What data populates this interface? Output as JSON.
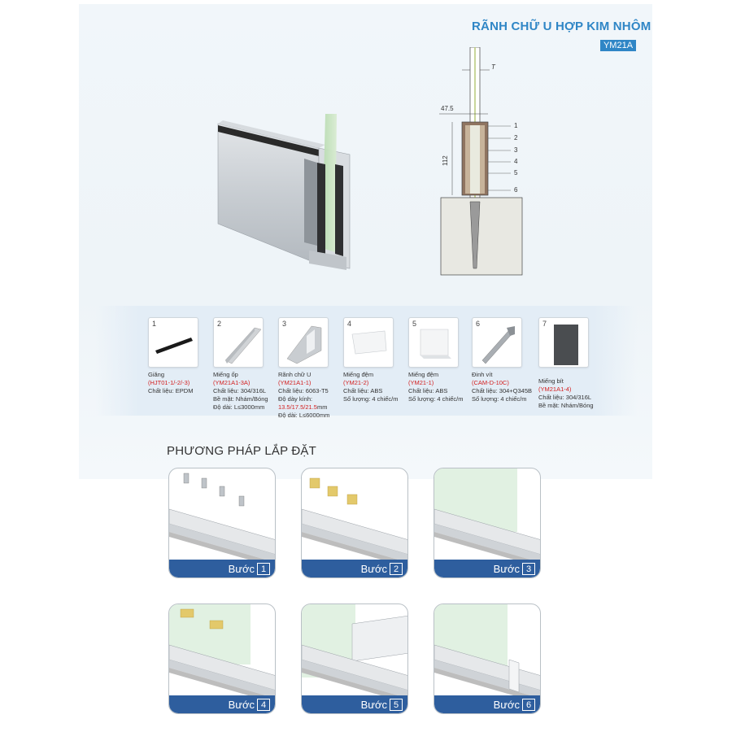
{
  "header": {
    "title": "RÃNH CHỮ U HỢP KIM NHÔM",
    "code": "YM21A"
  },
  "section_drawing": {
    "dim_T": "T",
    "dim_width": "47.5",
    "dim_height": "112",
    "callouts": [
      "1",
      "2",
      "3",
      "4",
      "5",
      "6"
    ]
  },
  "parts": [
    {
      "num": "1",
      "name": "Giăng",
      "code": "(HJT01-1/-2/-3)",
      "lines": [
        "Chất liệu: EPDM"
      ]
    },
    {
      "num": "2",
      "name": "Miếng ốp",
      "code": "(YM21A1-3A)",
      "lines": [
        "Chất liệu: 304/316L",
        "Bề mặt: Nhám/Bóng",
        "Độ dài: L≤3000mm"
      ]
    },
    {
      "num": "3",
      "name": "Rãnh chữ U",
      "code": "(YM21A1-1)",
      "lines": [
        "Chất liệu: 6063-T5",
        "Độ dày kính:"
      ],
      "red_line": "13.5/17.5/21.5",
      "red_suffix": "mm",
      "after": [
        "Độ dài: L≤6000mm"
      ]
    },
    {
      "num": "4",
      "name": "Miếng đệm",
      "code": "(YM21-2)",
      "lines": [
        "Chất liệu: ABS",
        "Số lượng: 4 chiếc/m"
      ]
    },
    {
      "num": "5",
      "name": "Miếng đệm",
      "code": "(YM21-1)",
      "lines": [
        "Chất liệu: ABS",
        "Số lượng: 4 chiếc/m"
      ]
    },
    {
      "num": "6",
      "name": "Đinh vít",
      "code": "(CAM-D-10C)",
      "lines": [
        "Chất liệu: 304+Q345B",
        "Số lượng: 4 chiếc/m"
      ]
    },
    {
      "num": "7",
      "name": "Miếng bít",
      "code": "(YM21A1-4)",
      "lines": [
        "Chất liệu: 304/316L",
        "Bề mặt: Nhám/Bóng"
      ]
    }
  ],
  "install": {
    "title": "PHƯƠNG PHÁP LẮP ĐẶT",
    "steps": [
      {
        "label": "Bước",
        "num": "1"
      },
      {
        "label": "Bước",
        "num": "2"
      },
      {
        "label": "Bước",
        "num": "3"
      },
      {
        "label": "Bước",
        "num": "4"
      },
      {
        "label": "Bước",
        "num": "5"
      },
      {
        "label": "Bước",
        "num": "6"
      }
    ]
  },
  "colors": {
    "accent": "#2f86c6",
    "step_bar": "#2e5e9e",
    "code_red": "#d32020",
    "glass": "#cfe3c4"
  }
}
